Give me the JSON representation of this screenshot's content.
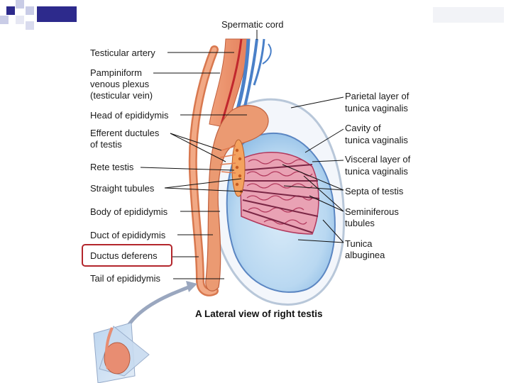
{
  "slide": {
    "highlight_color": "#b3262c",
    "accent_color": "#2d2a8c"
  },
  "diagram": {
    "caption": "A Lateral view of right testis",
    "top_label": "Spermatic cord",
    "left_labels": {
      "testicular_artery": "Testicular artery",
      "pampiniform_1": "Pampiniform",
      "pampiniform_2": "venous plexus",
      "pampiniform_3": "(testicular vein)",
      "head_epididymis": "Head of epididymis",
      "efferent_1": "Efferent ductules",
      "efferent_2": "of testis",
      "rete_testis": "Rete testis",
      "straight_tubules": "Straight tubules",
      "body_epididymis": "Body of epididymis",
      "duct_epididymis": "Duct of epididymis",
      "ductus_deferens": "Ductus deferens",
      "tail_epididymis": "Tail of epididymis"
    },
    "right_labels": {
      "parietal_1": "Parietal layer of",
      "parietal_2": "tunica vaginalis",
      "cavity_1": "Cavity of",
      "cavity_2": "tunica vaginalis",
      "visceral_1": "Visceral layer of",
      "visceral_2": "tunica vaginalis",
      "septa": "Septa of testis",
      "seminiferous_1": "Seminiferous",
      "seminiferous_2": "tubules",
      "tunica_1": "Tunica",
      "tunica_2": "albuginea"
    },
    "highlighted_label": "Ductus deferens"
  }
}
